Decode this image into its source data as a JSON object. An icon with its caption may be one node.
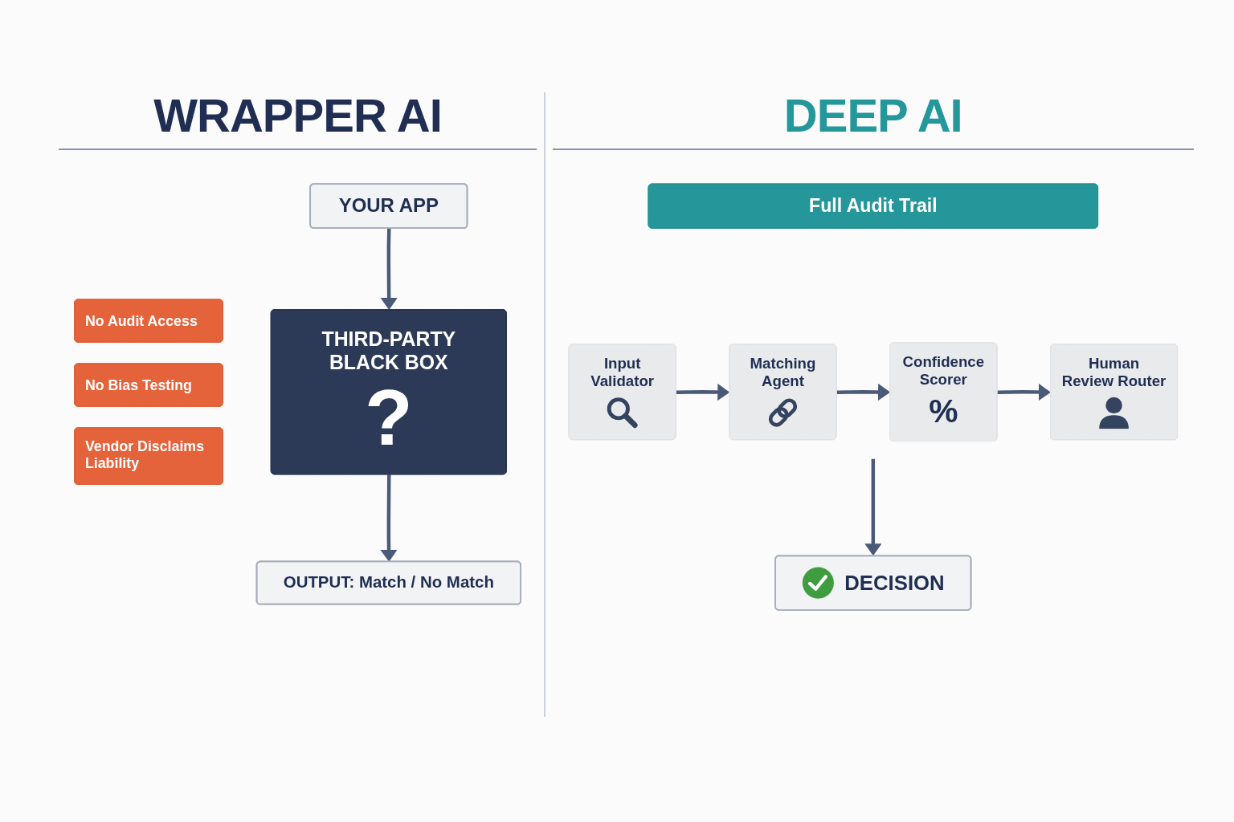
{
  "diagram": {
    "nodes": [
      {
        "text": [
          "YOUR APP"
        ]
      },
      {
        "text": [
          "THIRD-PARTY BLACK BOX",
          "?"
        ]
      },
      {
        "text": [
          "No Audit Access"
        ]
      },
      {
        "text": [
          "No Bias Testing"
        ]
      },
      {
        "text": [
          "Vendor Disclaims Liability"
        ]
      },
      {
        "text": [
          "OUTPUT: Match / No Match"
        ]
      },
      {
        "text": [
          "Full Audit Trail"
        ]
      },
      {
        "text": [
          "Input Validator"
        ]
      },
      {
        "text": [
          "Matching Agent"
        ]
      },
      {
        "text": [
          "Confidence Scorer",
          "%"
        ]
      },
      {
        "text": [
          "Human Review Router"
        ]
      },
      {
        "text": [
          "DECISION"
        ]
      }
    ],
    "edges": [
      {
        "from": 0,
        "to": 1,
        "arrow": "to"
      },
      {
        "from": 1,
        "to": 5,
        "arrow": "to"
      },
      {
        "from": 7,
        "to": 8,
        "arrow": "to"
      },
      {
        "from": 8,
        "to": 9,
        "arrow": "to"
      },
      {
        "from": 9,
        "to": 10,
        "arrow": "to"
      },
      {
        "from": null,
        "to": 11,
        "arrow": "to"
      }
    ],
    "labels": [
      "WRAPPER AI",
      "DEEP AI"
    ]
  }
}
